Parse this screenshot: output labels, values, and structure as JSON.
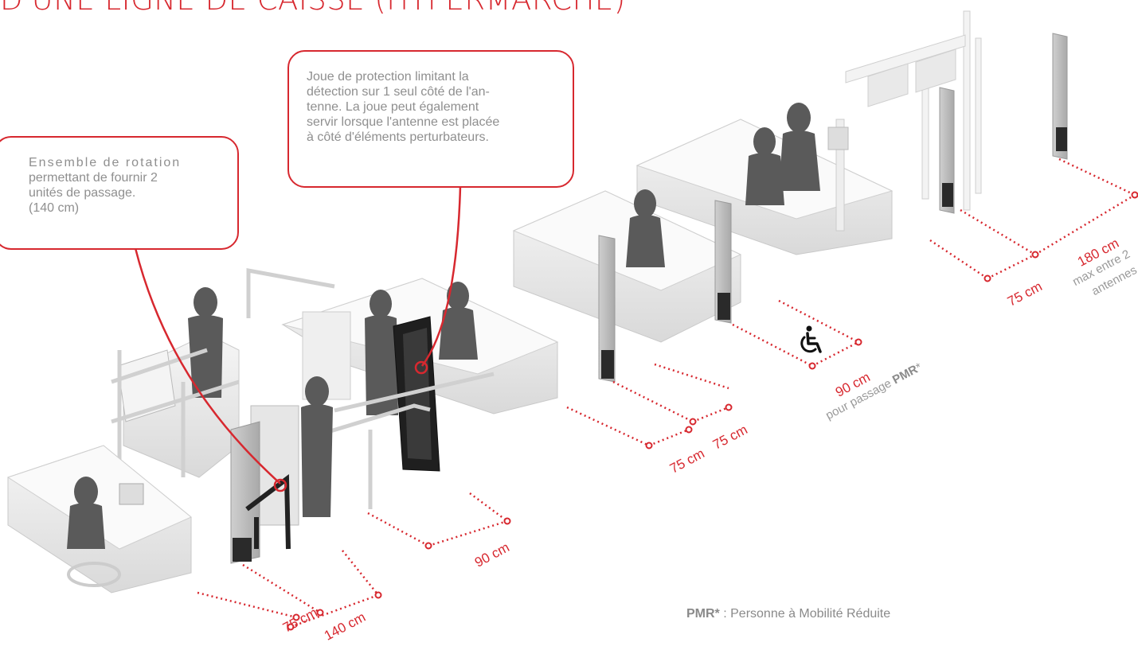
{
  "title": "D'UNE LIGNE DE CAISSE (HYPERMARCHÉ)",
  "callouts": {
    "rotation": {
      "line1": "Ensemble de rotation",
      "line2": "permettant de fournir 2",
      "line3": "unités de passage.",
      "line4": "(140 cm)"
    },
    "protection": {
      "line1": "Joue de protection limitant la",
      "line2": "détection sur 1 seul côté de l'an-",
      "line3": "tenne. La joue peut également",
      "line4": "servir lorsque l'antenne est placée",
      "line5": "à côté d'éléments perturbateurs."
    }
  },
  "dimensions": {
    "d75a": "75 cm",
    "d140": "140 cm",
    "d90a": "90 cm",
    "d75b": "75 cm",
    "d75c": "75 cm",
    "d90pmr": "90 cm",
    "pmr_prefix": "pour passage ",
    "pmr_bold": "PMR",
    "pmr_star": "*",
    "d75d": "75 cm",
    "d180": "180 cm",
    "max_line1": "max entre 2",
    "max_line2": "antennes"
  },
  "footnote": {
    "term": "PMR*",
    "separator": " : ",
    "definition": "Personne à Mobilité Réduite"
  },
  "icons": {
    "wheelchair": "wheelchair-icon"
  },
  "colors": {
    "accent": "#d7282f",
    "text_gray": "#8f8f8f",
    "antenna_dark": "#1f1f1f"
  }
}
